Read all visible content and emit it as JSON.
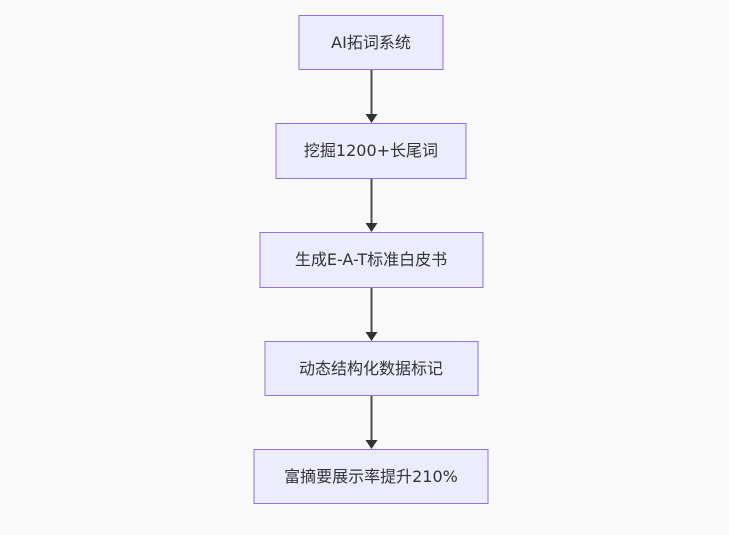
{
  "flowchart": {
    "type": "flowchart-top-down",
    "nodes": [
      {
        "id": "A",
        "label": "AI拓词系统"
      },
      {
        "id": "B",
        "label": "挖掘1200+长尾词"
      },
      {
        "id": "C",
        "label": "生成E-A-T标准白皮书"
      },
      {
        "id": "D",
        "label": "动态结构化数据标记"
      },
      {
        "id": "E",
        "label": "富摘要展示率提升210%"
      }
    ],
    "edges": [
      {
        "from": "A",
        "to": "B"
      },
      {
        "from": "B",
        "to": "C"
      },
      {
        "from": "C",
        "to": "D"
      },
      {
        "from": "D",
        "to": "E"
      }
    ],
    "colors": {
      "background": "#fafafa",
      "node_fill": "#ececff",
      "node_border": "#9370db",
      "edge_line": "#4d4d4d",
      "arrowhead": "#333333",
      "text": "#333333"
    }
  }
}
